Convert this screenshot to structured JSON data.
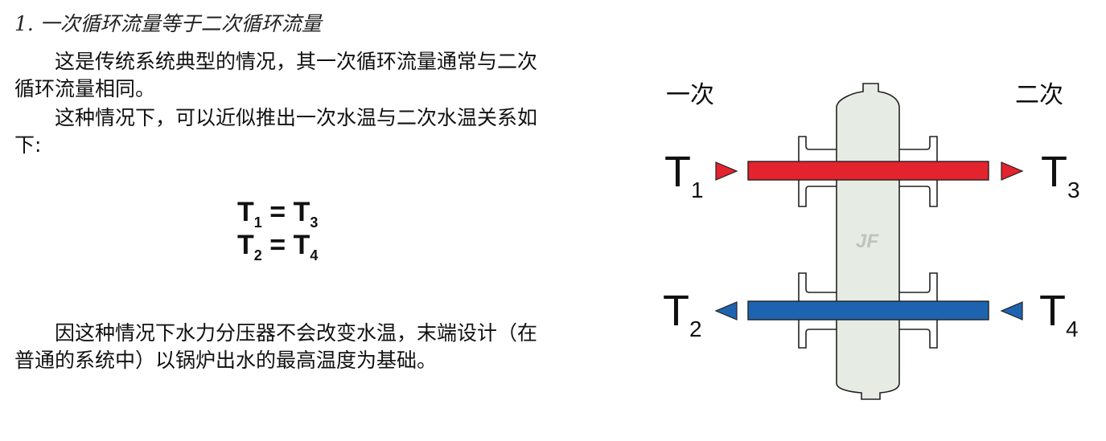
{
  "heading": "1. 一次循环流量等于二次循环流量",
  "paragraphs": [
    "这是传统系统典型的情况，其一次循环流量通常与二次循环流量相同。",
    "这种情况下，可以近似推出一次水温与二次水温关系如下:",
    "因这种情况下水力分压器不会改变水温，末端设计（在普通的系统中）以锅炉出水的最高温度为基础。"
  ],
  "equations": [
    {
      "left": "T",
      "left_sub": "1",
      "op": "=",
      "right": "T",
      "right_sub": "3"
    },
    {
      "left": "T",
      "left_sub": "2",
      "op": "=",
      "right": "T",
      "right_sub": "4"
    }
  ],
  "diagram": {
    "primary_label": "一次",
    "secondary_label": "二次",
    "temps": {
      "t1": {
        "letter": "T",
        "sub": "1"
      },
      "t2": {
        "letter": "T",
        "sub": "2"
      },
      "t3": {
        "letter": "T",
        "sub": "3"
      },
      "t4": {
        "letter": "T",
        "sub": "4"
      }
    },
    "colors": {
      "hot_pipe": "#e3232d",
      "cold_pipe": "#1e63b0",
      "vessel_fill": "#e6ece3",
      "outline": "#222222",
      "logo": "#bcc5bc"
    },
    "logo_mark": "JF"
  }
}
